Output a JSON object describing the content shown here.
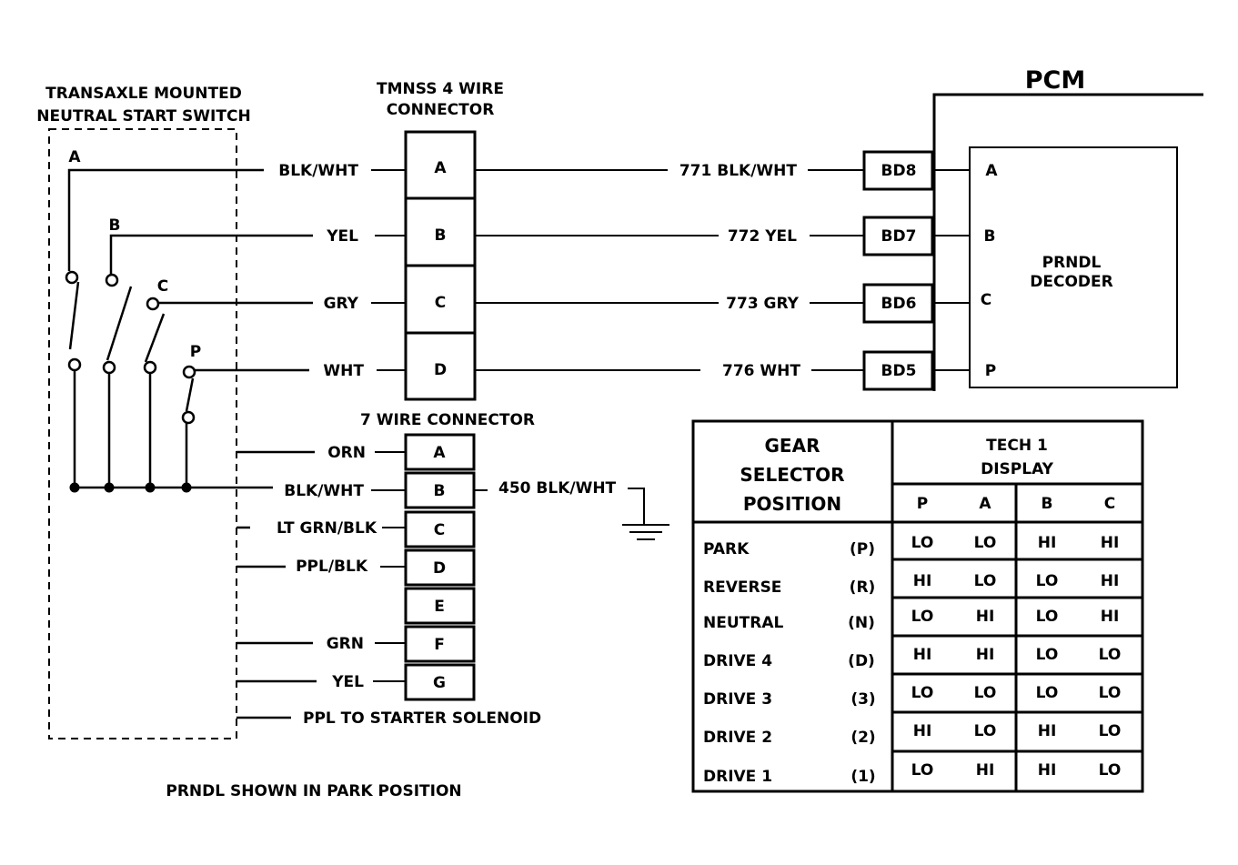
{
  "switch_title": [
    "TRANSAXLE MOUNTED",
    "NEUTRAL START SWITCH"
  ],
  "switch_labels": [
    "A",
    "B",
    "C",
    "P"
  ],
  "tmnss_title": [
    "TMNSS 4 WIRE",
    "CONNECTOR"
  ],
  "tmnss_pins": [
    "A",
    "B",
    "C",
    "D"
  ],
  "tmnss_wires_left": [
    "BLK/WHT",
    "YEL",
    "GRY",
    "WHT"
  ],
  "tmnss_wires_right": [
    "771 BLK/WHT",
    "772 YEL",
    "773 GRY",
    "776 WHT"
  ],
  "pcm_title": "PCM",
  "pcm_pins": [
    "BD8",
    "BD7",
    "BD6",
    "BD5"
  ],
  "decoder_title": [
    "PRNDL",
    "DECODER"
  ],
  "decoder_pins": [
    "A",
    "B",
    "C",
    "P"
  ],
  "seven_title": "7 WIRE CONNECTOR",
  "seven_pins": [
    "A",
    "B",
    "C",
    "D",
    "E",
    "F",
    "G"
  ],
  "seven_wires": [
    "ORN",
    "BLK/WHT",
    "LT GRN/BLK",
    "PPL/BLK",
    "",
    "GRN",
    "YEL"
  ],
  "ground_wire": "450 BLK/WHT",
  "starter_wire": "PPL TO STARTER SOLENOID",
  "footnote": "PRNDL SHOWN IN PARK POSITION",
  "table": {
    "header_left": [
      "GEAR",
      "SELECTOR",
      "POSITION"
    ],
    "header_right": [
      "TECH 1",
      "DISPLAY"
    ],
    "columns": [
      "P",
      "A",
      "B",
      "C"
    ],
    "rows": [
      {
        "name": "PARK",
        "code": "(P)",
        "values": [
          "LO",
          "LO",
          "HI",
          "HI"
        ]
      },
      {
        "name": "REVERSE",
        "code": "(R)",
        "values": [
          "HI",
          "LO",
          "LO",
          "HI"
        ]
      },
      {
        "name": "NEUTRAL",
        "code": "(N)",
        "values": [
          "LO",
          "HI",
          "LO",
          "HI"
        ]
      },
      {
        "name": "DRIVE 4",
        "code": "(D)",
        "values": [
          "HI",
          "HI",
          "LO",
          "LO"
        ]
      },
      {
        "name": "DRIVE 3",
        "code": "(3)",
        "values": [
          "LO",
          "LO",
          "LO",
          "LO"
        ]
      },
      {
        "name": "DRIVE 2",
        "code": "(2)",
        "values": [
          "HI",
          "LO",
          "HI",
          "LO"
        ]
      },
      {
        "name": "DRIVE 1",
        "code": "(1)",
        "values": [
          "LO",
          "HI",
          "HI",
          "LO"
        ]
      }
    ]
  }
}
